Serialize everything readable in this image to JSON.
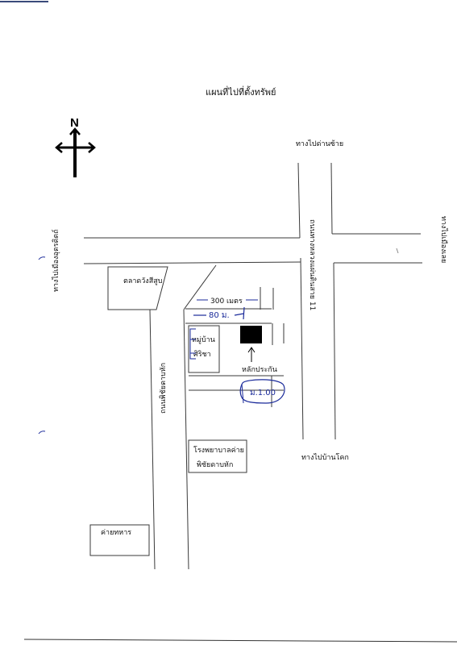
{
  "title": "แผนที่ไปที่ตั้งทรัพย์",
  "north_label": "N",
  "labels": {
    "to_ban_dan_chai": "ทางไปด่านซ้าย",
    "to_mueang_uttaradit": "ทางไปเมืองอุตรดิตถ์",
    "to_loei": "ทางไปเมืองเลย",
    "highway_11": "ถนนทางหลวงแผ่นดินสาย 11",
    "side_road": "ถนนพิชัยดาบหัก",
    "market": "ตลาดวังสีสูบ",
    "village_line1": "หมู่บ้าน",
    "village_line2": "ศิริชา",
    "distance_300": "300 เมตร",
    "distance_80": "80 ม.",
    "security_post": "หลักประกัน",
    "property_id": "ม.1.00",
    "to_ban_khok": "ทางไปบ้านโคก",
    "hospital_line1": "โรงพยาบาลค่าย",
    "hospital_line2": "พิชัยดาบหัก",
    "army_camp": "ค่ายทหาร"
  },
  "colors": {
    "line": "#3a3a3a",
    "ink": "#1a2a9a",
    "property_fill": "#000000"
  },
  "icons": {
    "compass": "north-arrow-icon",
    "property": "property-marker-icon"
  }
}
